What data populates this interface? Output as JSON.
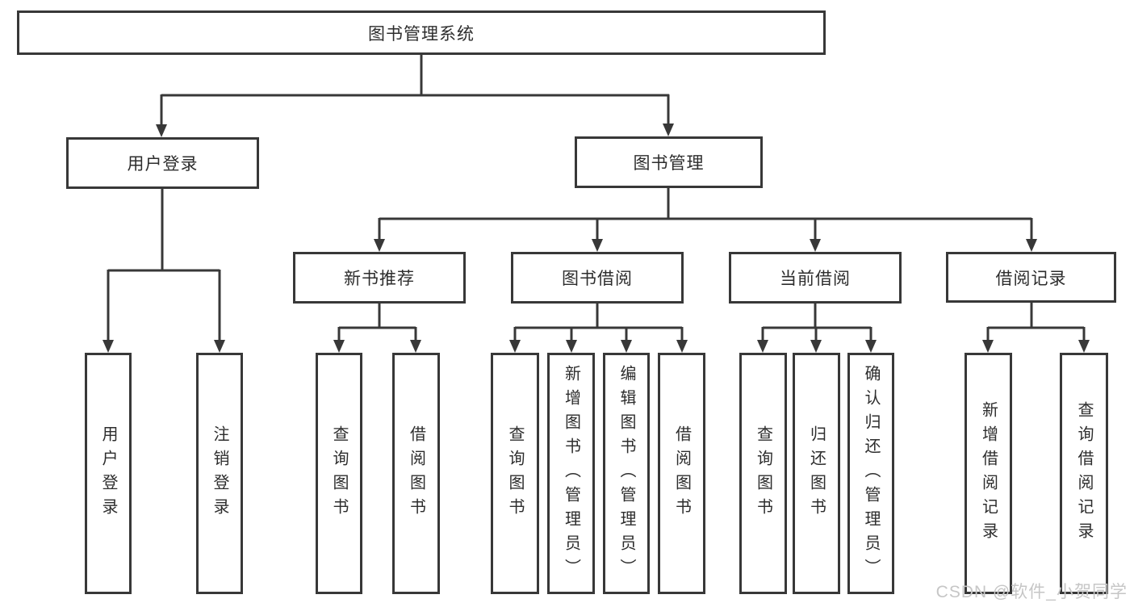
{
  "tree": {
    "label": "图书管理系统",
    "children": [
      {
        "label": "用户登录",
        "children": [
          {
            "label": "用户登录"
          },
          {
            "label": "注销登录"
          }
        ]
      },
      {
        "label": "图书管理",
        "children": [
          {
            "label": "新书推荐",
            "children": [
              {
                "label": "查询图书"
              },
              {
                "label": "借阅图书"
              }
            ]
          },
          {
            "label": "图书借阅",
            "children": [
              {
                "label": "查询图书"
              },
              {
                "label": "新增图书（管理员）"
              },
              {
                "label": "编辑图书（管理员）"
              },
              {
                "label": "借阅图书"
              }
            ]
          },
          {
            "label": "当前借阅",
            "children": [
              {
                "label": "查询图书"
              },
              {
                "label": "归还图书"
              },
              {
                "label": "确认归还（管理员）"
              }
            ]
          },
          {
            "label": "借阅记录",
            "children": [
              {
                "label": "新增借阅记录"
              },
              {
                "label": "查询借阅记录"
              }
            ]
          }
        ]
      }
    ]
  },
  "watermark": "CSDN @软件_小贺同学",
  "colors": {
    "line": "#383838",
    "text": "#2d2d2d",
    "watermark": "#c6c6c6",
    "background": "#ffffff"
  }
}
